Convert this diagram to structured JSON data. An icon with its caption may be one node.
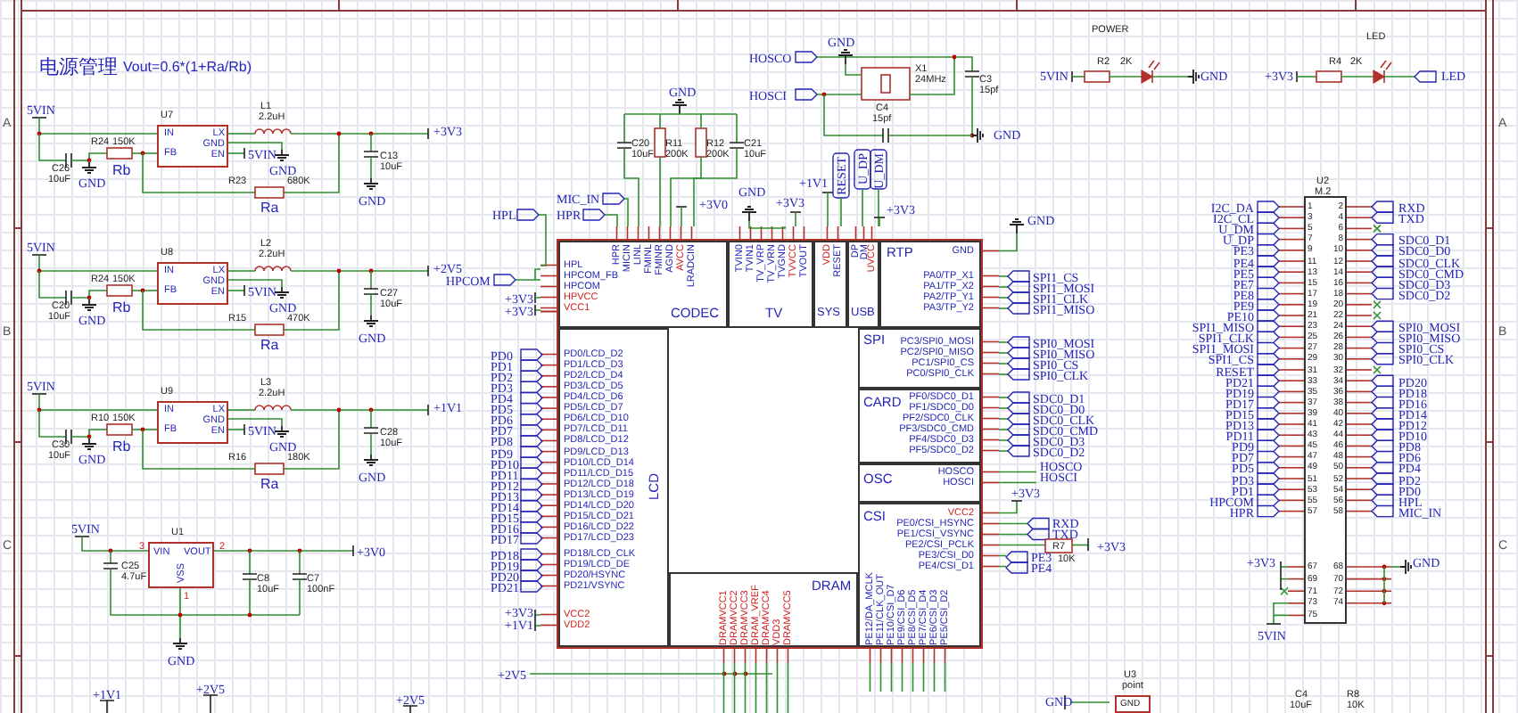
{
  "diagram": {
    "nodes": [
      {
        "text": [
          "IN",
          "FB",
          "LX",
          "GND",
          "EN"
        ]
      },
      {
        "text": [
          "IN",
          "FB",
          "LX",
          "GND",
          "EN"
        ]
      },
      {
        "text": [
          "IN",
          "FB",
          "LX",
          "GND",
          "EN"
        ]
      },
      {
        "text": [
          "VIN",
          "VOUT",
          "VSS"
        ]
      },
      {
        "text": [],
        "shape": "box"
      },
      {
        "text": [
          "CODEC",
          "HPL",
          "HPCOM_FB",
          "HPCOM",
          "HPVCC",
          "VCC1",
          "HPR",
          "MICIN",
          "LINL",
          "FMINL",
          "FMINR",
          "AGND",
          "AVCC",
          "LRADCIN"
        ],
        "in": 4
      },
      {
        "text": [
          "TV",
          "TVIN0",
          "TVIN1",
          "TV_VRP",
          "TV_VRN",
          "TVGND",
          "TVVCC",
          "TVOUT"
        ],
        "in": 4
      },
      {
        "text": [
          "SYS",
          "VDD",
          "RESET"
        ],
        "in": 4
      },
      {
        "text": [
          "USB",
          "DP",
          "DM",
          "UVCC"
        ],
        "in": 4
      },
      {
        "text": [
          "RTP",
          "GND",
          "PA0/TP_X1",
          "PA1/TP_X2",
          "PA2/TP_Y1",
          "PA3/TP_Y2"
        ],
        "in": 4
      },
      {
        "text": [
          "LCD",
          "PD0/LCD_D2",
          "PD1/LCD_D3",
          "PD2/LCD_D4",
          "PD3/LCD_D5",
          "PD4/LCD_D6",
          "PD5/LCD_D7",
          "PD6/LCD_D10",
          "PD7/LCD_D11",
          "PD8/LCD_D12",
          "PD9/LCD_D13",
          "PD10/LCD_D14",
          "PD11/LCD_D15",
          "PD12/LCD_D18",
          "PD13/LCD_D19",
          "PD14/LCD_D20",
          "PD15/LCD_D21",
          "PD16/LCD_D22",
          "PD17/LCD_D23",
          "PD18/LCD_CLK",
          "PD19/LCD_DE",
          "PD20/HSYNC",
          "PD21/VSYNC",
          "VCC2",
          "VDD2"
        ],
        "in": 4
      },
      {
        "text": [
          "SPI",
          "PC3/SPI0_MOSI",
          "PC2/SPI0_MISO",
          "PC1/SPI0_CS",
          "PC0/SPI0_CLK"
        ],
        "in": 4
      },
      {
        "text": [
          "CARD",
          "PF0/SDC0_D1",
          "PF1/SDC0_D0",
          "PF2/SDC0_CLK",
          "PF3/SDC0_CMD",
          "PF4/SDC0_D3",
          "PF5/SDC0_D2"
        ],
        "in": 4
      },
      {
        "text": [
          "OSC",
          "HOSCO",
          "HOSCI"
        ],
        "in": 4
      },
      {
        "text": [
          "CSI",
          "VCC2",
          "PE0/CSI_HSYNC",
          "PE1/CSI_VSYNC",
          "PE2/CSI_PCLK",
          "PE3/CSI_D0",
          "PE4/CSI_D1",
          "PE12/DA_MCLK",
          "PE11/CLK_OUT",
          "PE10/CSI_D7",
          "PE9/CSI_D6",
          "PE8/CSI_D5",
          "PE7/CSI_D4",
          "PE6/CSI_D3",
          "PE5/CSI_D2"
        ],
        "in": 4
      },
      {
        "text": [
          "DRAM",
          "DRAMVCC1",
          "DRAMVCC2",
          "DRAMVCC3",
          "DRAM_VREF",
          "DRAMVCC4",
          "VDD3",
          "DRAMVCC5"
        ],
        "in": 4
      },
      {
        "text": [
          "1",
          "3",
          "5",
          "7",
          "9",
          "11",
          "13",
          "15",
          "17",
          "19",
          "21",
          "23",
          "25",
          "27",
          "29",
          "31",
          "33",
          "35",
          "37",
          "39",
          "41",
          "43",
          "45",
          "47",
          "49",
          "51",
          "53",
          "55",
          "57",
          "2",
          "4",
          "6",
          "8",
          "10",
          "12",
          "14",
          "16",
          "18",
          "20",
          "22",
          "24",
          "26",
          "28",
          "30",
          "32",
          "34",
          "36",
          "38",
          "40",
          "42",
          "44",
          "46",
          "48",
          "50",
          "52",
          "54",
          "56",
          "58",
          "67",
          "69",
          "71",
          "73",
          "75",
          "68",
          "70",
          "72",
          "74"
        ]
      },
      {
        "text": [
          "GND"
        ]
      }
    ],
    "labels": [
      "A",
      "B",
      "C",
      "A",
      "B",
      "C",
      "电源管理",
      "Vout=0.6*(1+Ra/Rb)",
      "5VIN",
      "U7",
      "C26",
      "10uF",
      "R24",
      "150K",
      "Rb",
      "GND",
      "L1",
      "2.2uH",
      "5VIN",
      "GND",
      "C13",
      "10uF",
      "R23",
      "680K",
      "Ra",
      "GND",
      "+3V3",
      "5VIN",
      "U8",
      "C20",
      "10uF",
      "R24",
      "150K",
      "Rb",
      "GND",
      "L2",
      "2.2uH",
      "5VIN",
      "GND",
      "C27",
      "10uF",
      "R15",
      "470K",
      "Ra",
      "GND",
      "+2V5",
      "5VIN",
      "U9",
      "C30",
      "10uF",
      "R10",
      "150K",
      "Rb",
      "GND",
      "L3",
      "2.2uH",
      "5VIN",
      "GND",
      "C28",
      "10uF",
      "R16",
      "180K",
      "Ra",
      "GND",
      "+1V1",
      "5VIN",
      "U1",
      "3",
      "2",
      "1",
      "C25",
      "4.7uF",
      "C8",
      "10uF",
      "C7",
      "100nF",
      "GND",
      "+3V0",
      "+1V1",
      "+2V5",
      "+2V5",
      "HPL",
      "MIC_IN",
      "HPR",
      "HPCOM",
      "+3V3",
      "+3V3",
      "GND",
      "C20",
      "10uF",
      "R11",
      "200K",
      "R12",
      "200K",
      "C21",
      "10uF",
      "+3V0",
      "GND",
      "+3V3",
      "+1V1",
      "RESET",
      "U_DP",
      "U_DM",
      "+3V3",
      "HOSCO",
      "HOSCI",
      "GND",
      "X1",
      "24MHz",
      "C4",
      "15pf",
      "C3",
      "15pf",
      "GND",
      "GND",
      "SPI1_CS",
      "SPI1_MOSI",
      "SPI1_CLK",
      "SPI1_MISO",
      "SPI0_MOSI",
      "SPI0_MISO",
      "SPI0_CS",
      "SPI0_CLK",
      "SDC0_D1",
      "SDC0_D0",
      "SDC0_CLK",
      "SDC0_CMD",
      "SDC0_D3",
      "SDC0_D2",
      "HOSCO",
      "HOSCI",
      "+3V3",
      "RXD",
      "TXD",
      "R7",
      "10K",
      "+3V3",
      "PE3",
      "PE4",
      "PD0",
      "PD1",
      "PD2",
      "PD3",
      "PD4",
      "PD5",
      "PD6",
      "PD7",
      "PD8",
      "PD9",
      "PD10",
      "PD11",
      "PD12",
      "PD13",
      "PD14",
      "PD15",
      "PD16",
      "PD17",
      "PD18",
      "PD19",
      "PD20",
      "PD21",
      "+3V3",
      "+1V1",
      "+2V5",
      "POWER",
      "R2",
      "2K",
      "5VIN",
      "GND",
      "LED",
      "R4",
      "2K",
      "+3V3",
      "LED",
      "U2",
      "M.2",
      "I2C_DA",
      "I2C_CL",
      "U_DM",
      "U_DP",
      "PE3",
      "PE4",
      "PE5",
      "PE7",
      "PE8",
      "PE9",
      "PE10",
      "SPI1_MISO",
      "SPI1_CLK",
      "SPI1_MOSI",
      "SPI1_CS",
      "RESET",
      "PD21",
      "PD19",
      "PD17",
      "PD15",
      "PD13",
      "PD11",
      "PD9",
      "PD7",
      "PD5",
      "PD3",
      "PD1",
      "HPCOM",
      "HPR",
      "RXD",
      "TXD",
      "SDC0_D1",
      "SDC0_D0",
      "SDC0_CLK",
      "SDC0_CMD",
      "SDC0_D3",
      "SDC0_D2",
      "SPI0_MOSI",
      "SPI0_MISO",
      "SPI0_CS",
      "SPI0_CLK",
      "PD20",
      "PD18",
      "PD16",
      "PD14",
      "PD12",
      "PD10",
      "PD8",
      "PD6",
      "PD4",
      "PD2",
      "PD0",
      "HPL",
      "MIC_IN",
      "+3V3",
      "GND",
      "5VIN",
      "U3",
      "point",
      "GND",
      "C4",
      "10uF",
      "R8",
      "10K"
    ]
  }
}
